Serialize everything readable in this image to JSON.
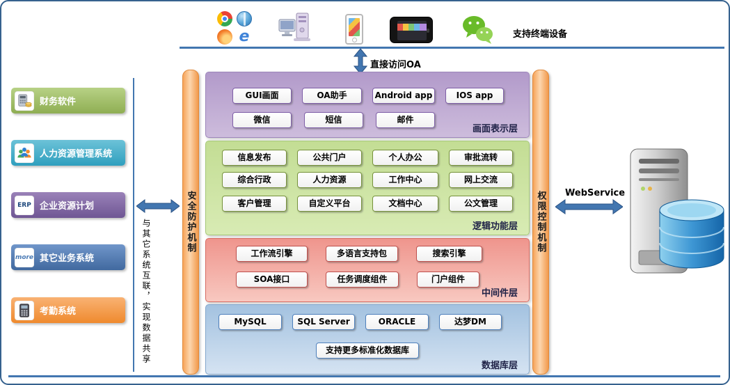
{
  "terminal": {
    "devices_label": "支持终端设备",
    "access_label": "直接访问OA",
    "icons": [
      "chrome-icon",
      "globe-icon",
      "firefox-icon",
      "ie-icon",
      "desktop-icon",
      "mobile-phone-icon",
      "smartphone-icon",
      "wechat-icon"
    ]
  },
  "external_systems": {
    "note": "与其它系统互联，实现数据共享",
    "items": [
      {
        "label": "财务软件",
        "color": "#9bbb59",
        "icon": "finance-icon"
      },
      {
        "label": "人力资源管理系统",
        "color": "#4bacc6",
        "icon": "people-icon"
      },
      {
        "label": "企业资源计划",
        "color": "#8064a2",
        "badge": "ERP"
      },
      {
        "label": "其它业务系统",
        "color": "#4f81bd",
        "badge": "more"
      },
      {
        "label": "考勤系统",
        "color": "#f79646",
        "icon": "attendance-icon"
      }
    ]
  },
  "security_bar": {
    "label": "安全防护机制"
  },
  "permission_bar": {
    "label": "权限控制机制"
  },
  "layers": [
    {
      "name": "画面表示层",
      "rows": [
        [
          "GUI画面",
          "OA助手",
          "Android app",
          "IOS app"
        ],
        [
          "微信",
          "短信",
          "邮件"
        ]
      ]
    },
    {
      "name": "逻辑功能层",
      "rows": [
        [
          "信息发布",
          "公共门户",
          "个人办公",
          "审批流转"
        ],
        [
          "综合行政",
          "人力资源",
          "工作中心",
          "网上交流"
        ],
        [
          "客户管理",
          "自定义平台",
          "文档中心",
          "公文管理"
        ]
      ]
    },
    {
      "name": "中间件层",
      "rows": [
        [
          "工作流引擎",
          "多语言支持包",
          "搜索引擎"
        ],
        [
          "SOA接口",
          "任务调度组件",
          "门户组件"
        ]
      ]
    },
    {
      "name": "数据库层",
      "rows": [
        [
          "MySQL",
          "SQL Server",
          "ORACLE",
          "达梦DM"
        ],
        [
          "支持更多标准化数据库"
        ]
      ]
    }
  ],
  "webservice": {
    "label": "WebService"
  },
  "colors": {
    "arrow_blue": "#4276b0",
    "bar_orange": "#f7a459",
    "layer_presentation": "#b29aca",
    "layer_logic": "#c3dd94",
    "layer_middleware": "#ef958d",
    "layer_database": "#a3c2e0",
    "border": "#35618e"
  }
}
